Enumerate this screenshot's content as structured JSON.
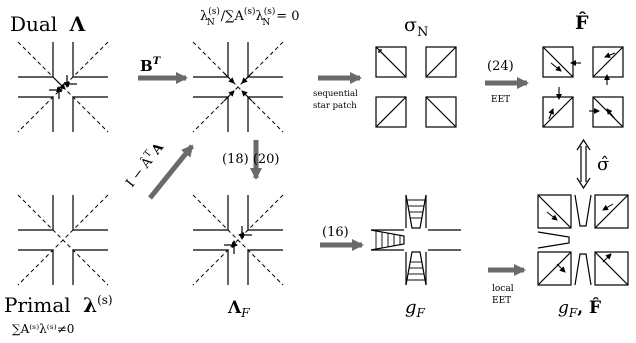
{
  "labels": {
    "dual_word": "Dual",
    "dual_symbol": "Λ",
    "dual_eq_lambda": "λ",
    "dual_eq_sup": "(s)",
    "dual_eq_sub": "N",
    "dual_eq_mid": "/∑A",
    "dual_eq_tail": "= 0",
    "sigma_n": "σ",
    "sigma_n_sub": "N",
    "f_hat_top": "F̂",
    "primal_word": "Primal",
    "primal_symbol": "λ",
    "primal_sup": "(s)",
    "primal_cond": "∑A⁽ˢ⁾λ⁽ˢ⁾≠0",
    "lambda_f": "Λ",
    "lambda_f_sub": "F",
    "g_f": "g",
    "g_f_sub": "F",
    "g_f_fhat": "g",
    "g_f_fhat_sub": "F",
    "g_f_fhat_tail": ", F̂",
    "sigma_hat": "σ̂",
    "arrow_bt": "B",
    "arrow_bt_sup": "T",
    "arrow_seq_1": "sequential",
    "arrow_seq_2": "star patch",
    "arrow_24": "(24)",
    "arrow_eet": "EET",
    "arrow_18_20": "(18)  (20)",
    "arrow_diag": "I − Â",
    "arrow_diag_sup": "T",
    "arrow_diag_tail": "A",
    "arrow_16": "(16)",
    "arrow_local": "local",
    "arrow_local_eet": "EET"
  },
  "colors": {
    "arrow_fill": "#6a6a6a",
    "line": "#000000",
    "dashed": "#000000"
  }
}
